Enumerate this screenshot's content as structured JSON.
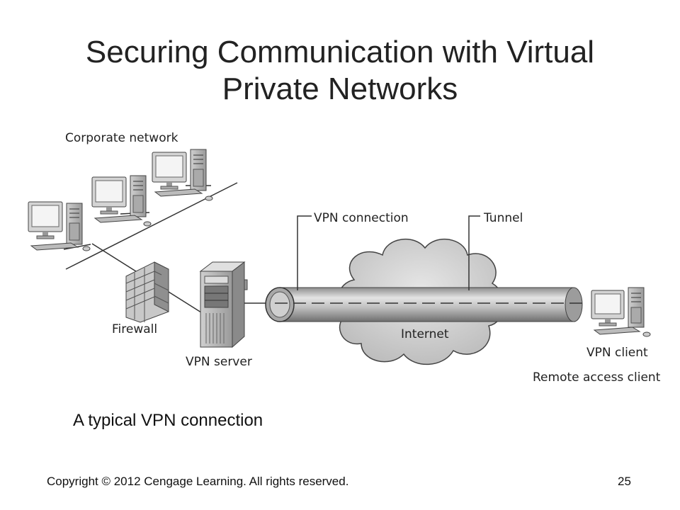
{
  "title": "Securing Communication with Virtual Private Networks",
  "diagram": {
    "labels": {
      "corporate_network": "Corporate network",
      "vpn_connection": "VPN connection",
      "tunnel": "Tunnel",
      "firewall": "Firewall",
      "vpn_server": "VPN server",
      "internet": "Internet",
      "vpn_client": "VPN client",
      "remote_access_client": "Remote access client"
    }
  },
  "caption": "A typical VPN connection",
  "footer": "Copyright © 2012 Cengage Learning. All rights reserved.",
  "page_number": "25"
}
